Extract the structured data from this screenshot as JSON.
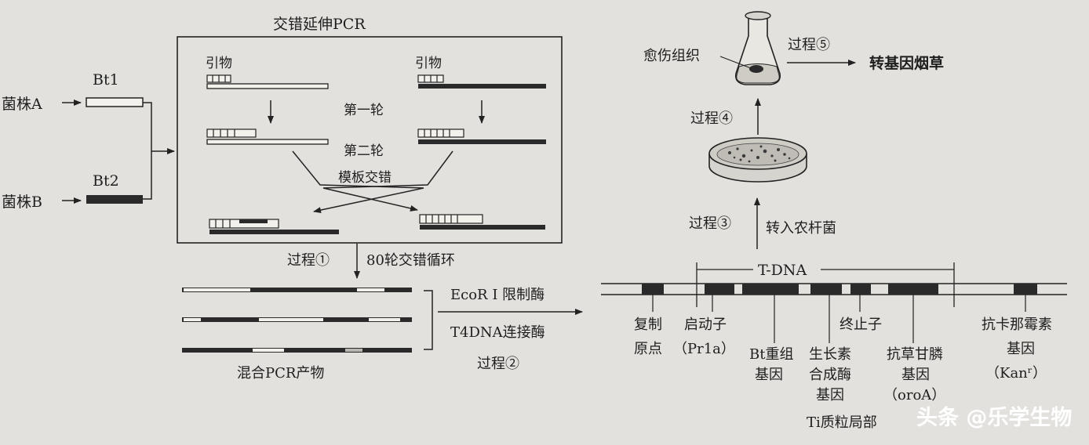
{
  "labels": {
    "strain_a": "菌株A",
    "strain_b": "菌株B",
    "bt1": "Bt1",
    "bt2": "Bt2",
    "box_title": "交错延伸PCR",
    "primer_left": "引物",
    "primer_right": "引物",
    "round1": "第一轮",
    "round2": "第二轮",
    "template_switch": "模板交错",
    "process1": "过程①",
    "cycles": "80轮交错循环",
    "ecori": "EcoR I 限制酶",
    "t4ligase": "T4DNA连接酶",
    "process2": "过程②",
    "mixed_products": "混合PCR产物",
    "tdna": "T-DNA",
    "process3": "过程③",
    "agro": "转入农杆菌",
    "process4": "过程④",
    "callus": "愈伤组织",
    "process5": "过程⑤",
    "tobacco": "转基因烟草",
    "ori": [
      "复制",
      "原点"
    ],
    "promoter": [
      "启动子",
      "（Pr1a）"
    ],
    "bt_gene": [
      "Bt重组",
      "基因"
    ],
    "gh_gene": [
      "生长素",
      "合成酶",
      "基因"
    ],
    "terminator": "终止子",
    "herb_gene": [
      "抗草甘膦",
      "基因",
      "（oroA）"
    ],
    "kan_gene": [
      "抗卡那霉素",
      "基因",
      "（Kanʳ）"
    ],
    "plasmid": "Ti质粒局部"
  },
  "watermark": {
    "text": "头条 @乐学生物"
  }
}
